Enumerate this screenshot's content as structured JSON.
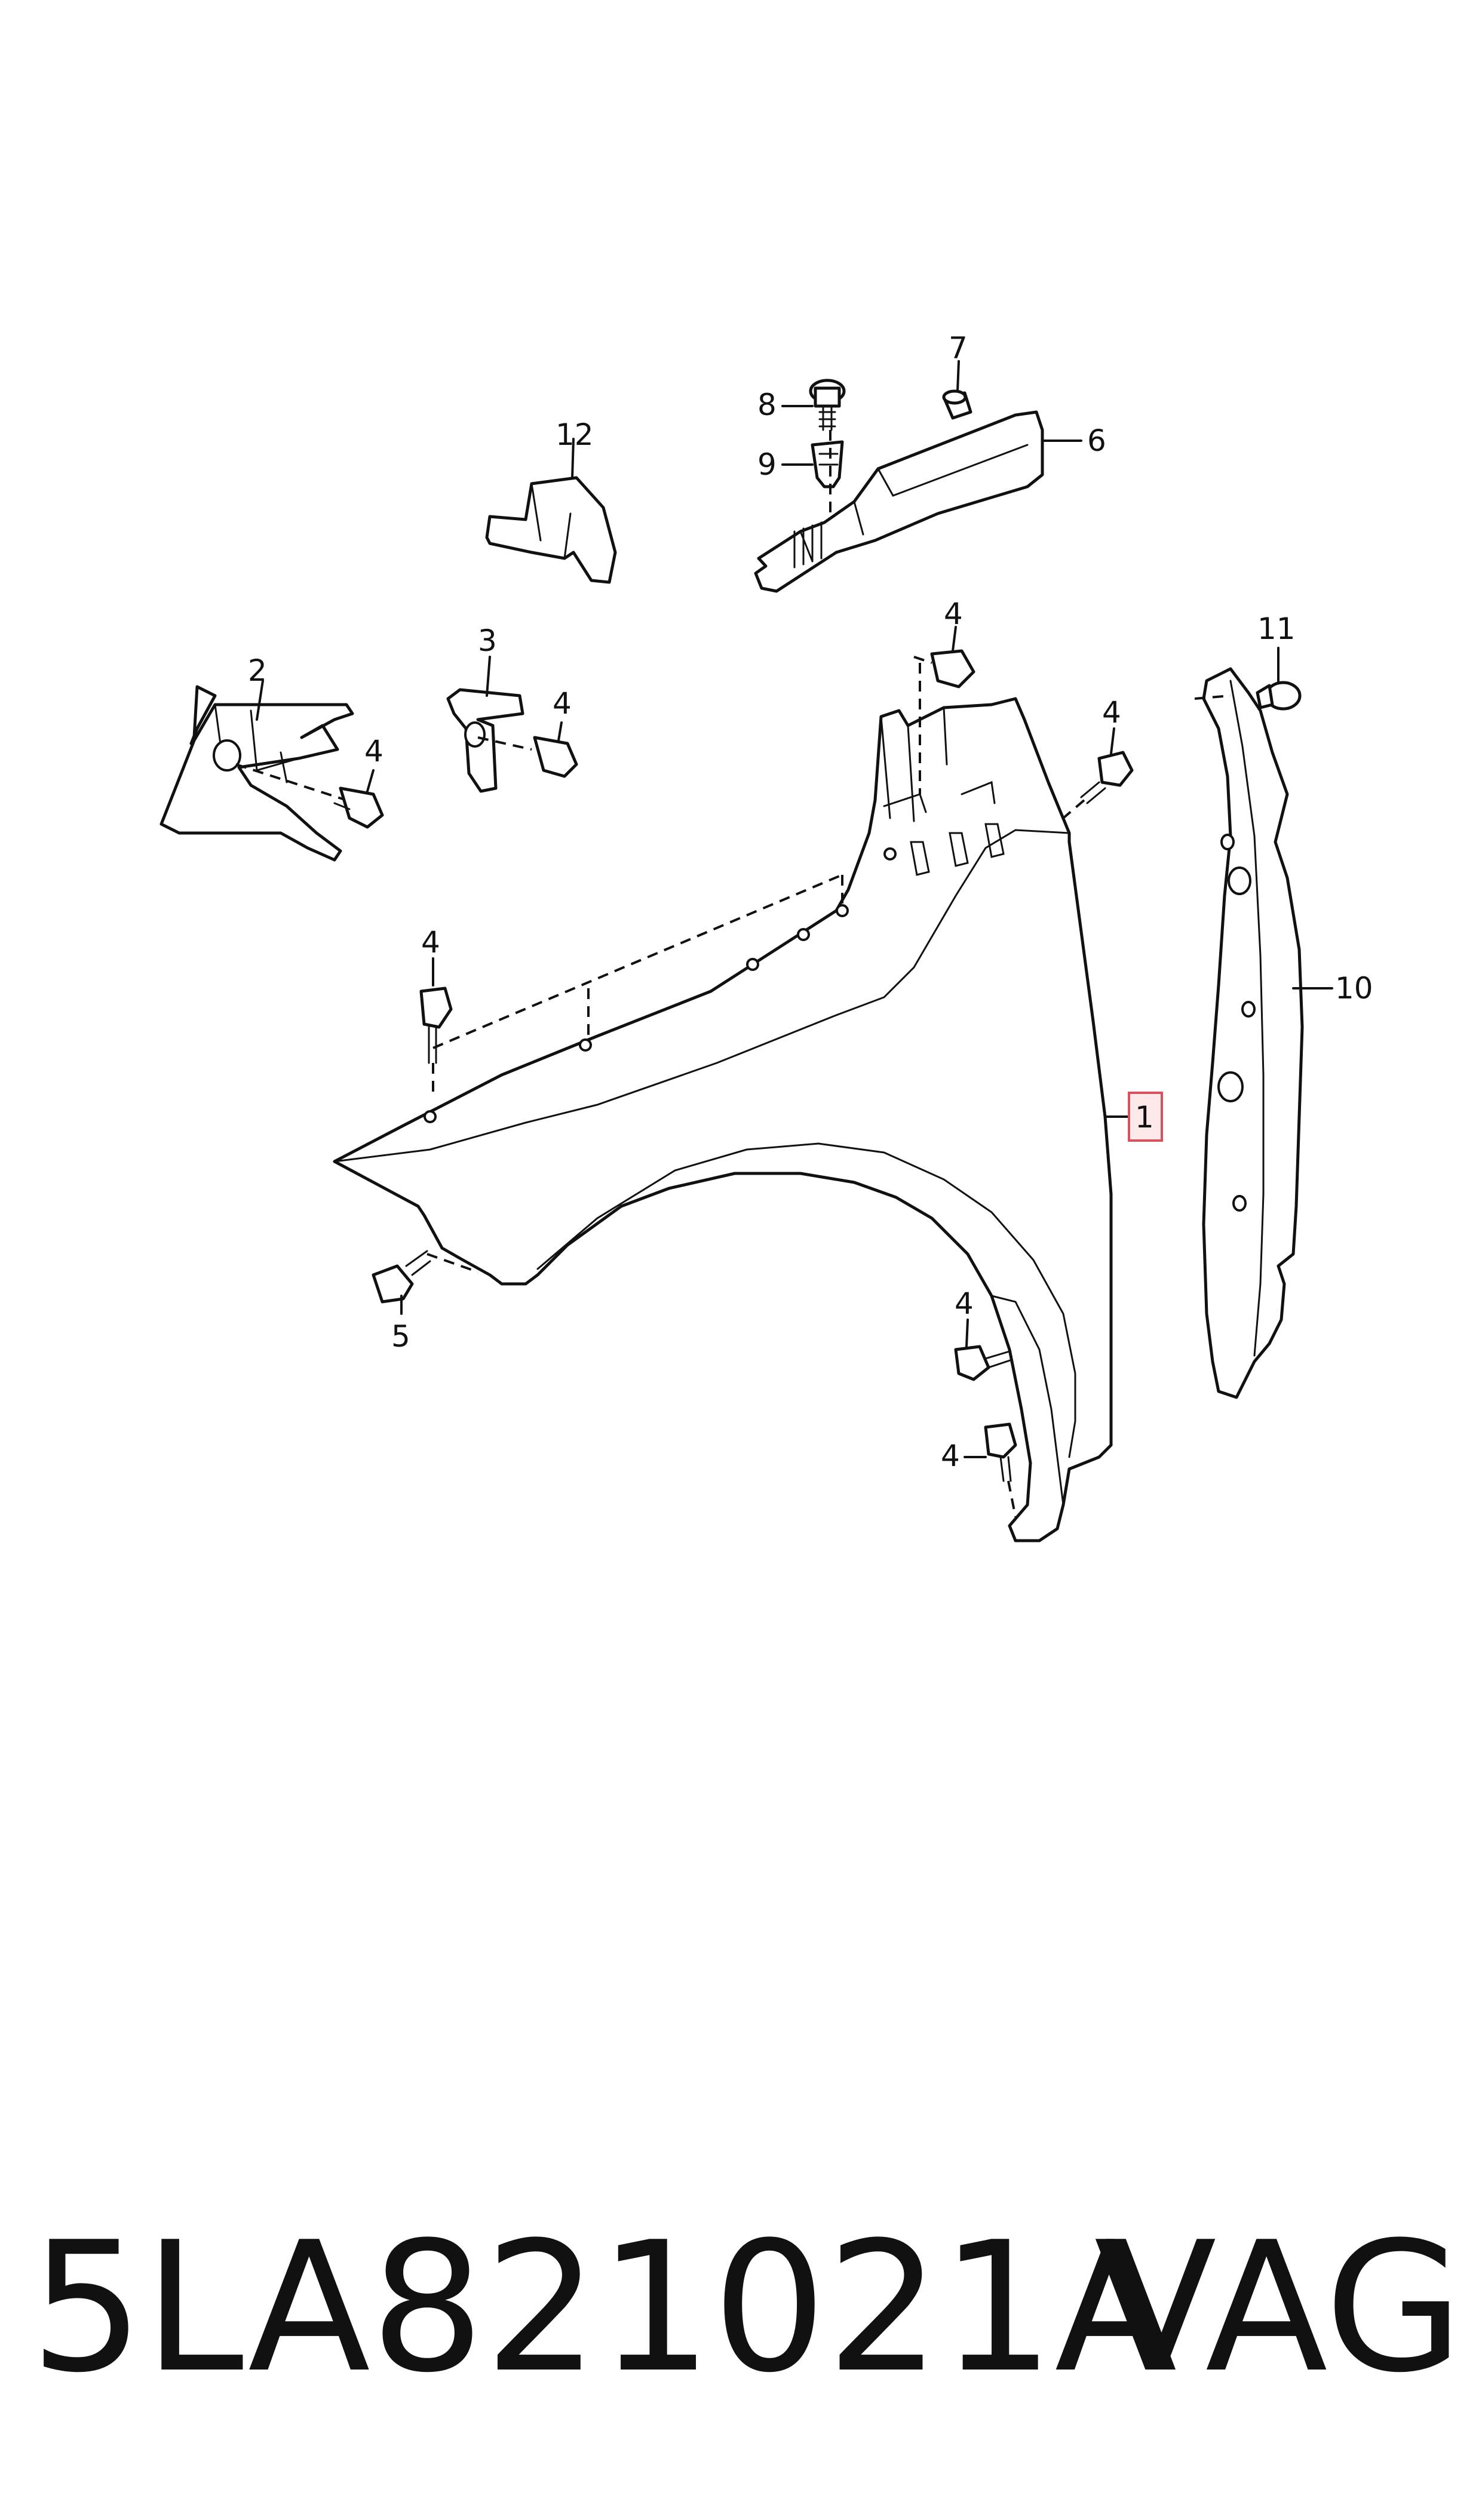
{
  "diagram": {
    "callouts": {
      "fender": "1",
      "bracket_front": "2",
      "bracket_small": "3",
      "bolt": "4",
      "stud_bolt": "5",
      "trim_strip": "6",
      "clip_nut": "7",
      "screw": "8",
      "expanding_clip": "9",
      "seal_strip": "10",
      "nut_clip": "11",
      "cover": "12"
    }
  },
  "footer": {
    "part_number": "5LA821021A",
    "brand": "VAG"
  }
}
